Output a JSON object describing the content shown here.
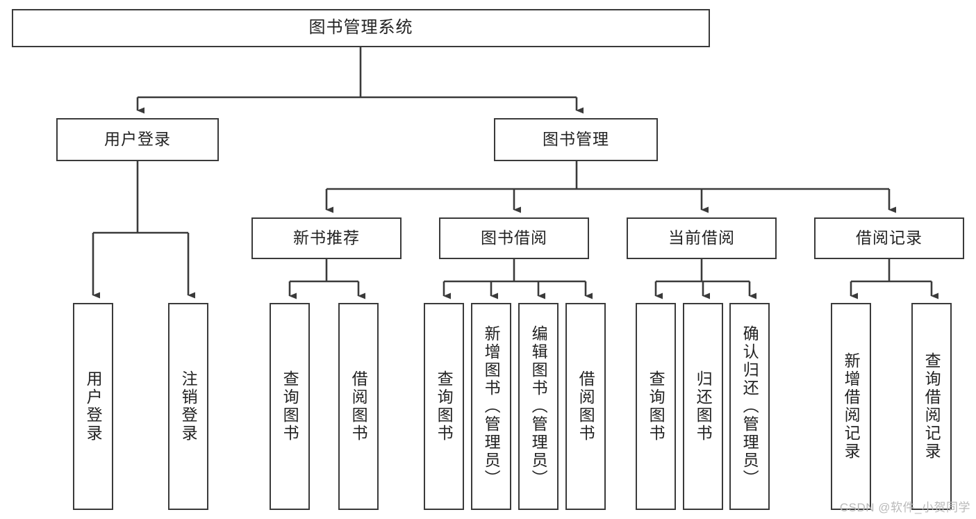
{
  "diagram": {
    "title": "图书管理系统",
    "type": "tree-hierarchy-chart",
    "watermark": "CSDN @软件_小贺同学",
    "colors": {
      "stroke": "#3a3a3a",
      "fill": "#ffffff",
      "text": "#222222",
      "watermark": "#b9b9b9"
    },
    "nodes": {
      "root": {
        "label": "图书管理系统"
      },
      "level2": [
        {
          "label": "用户登录"
        },
        {
          "label": "图书管理"
        }
      ],
      "level3": [
        {
          "label": "新书推荐"
        },
        {
          "label": "图书借阅"
        },
        {
          "label": "当前借阅"
        },
        {
          "label": "借阅记录"
        }
      ],
      "leaves": {
        "user_login": [
          {
            "label": "用户登录"
          },
          {
            "label": "注销登录"
          }
        ],
        "new_book_recommend": [
          {
            "label": "查询图书"
          },
          {
            "label": "借阅图书"
          }
        ],
        "book_borrow": [
          {
            "label": "查询图书"
          },
          {
            "label": "新增图书（管理员）"
          },
          {
            "label": "编辑图书（管理员）"
          },
          {
            "label": "借阅图书"
          }
        ],
        "current_borrow": [
          {
            "label": "查询图书"
          },
          {
            "label": "归还图书"
          },
          {
            "label": "确认归还（管理员）"
          }
        ],
        "borrow_record": [
          {
            "label": "新增借阅记录"
          },
          {
            "label": "查询借阅记录"
          }
        ]
      }
    }
  }
}
